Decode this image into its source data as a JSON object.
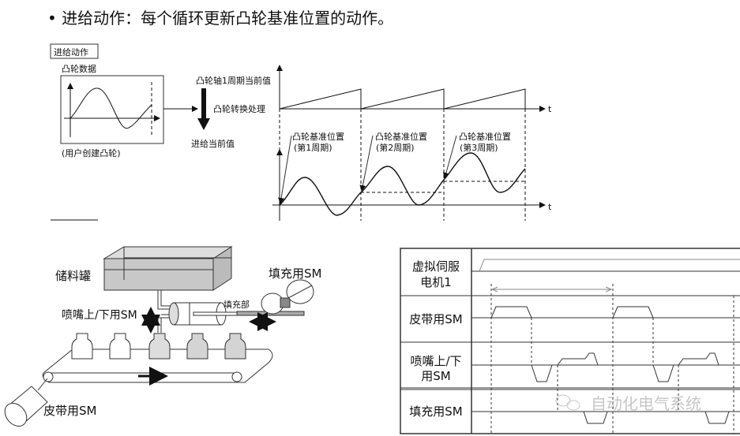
{
  "title": "• 进给动作：每个循环更新凸轮基准位置的动作。",
  "feed_diagram": {
    "box_label": "进给动作",
    "cam_data_label": "凸轮数据",
    "user_cam_label": "(用户创建凸轮)",
    "cam_axis_label": "凸轮轴1周期当前值",
    "cam_convert_label": "凸轮转换处理",
    "feed_value_label": "进给当前值",
    "t_label": "t",
    "ref_positions": [
      {
        "line1": "凸轮基准位置",
        "line2": "(第1周期)"
      },
      {
        "line1": "凸轮基准位置",
        "line2": "(第2周期)"
      },
      {
        "line1": "凸轮基准位置",
        "line2": "(第3周期)"
      }
    ]
  },
  "machine": {
    "tank_label": "储料罐",
    "fill_sm_label": "填充用SM",
    "fill_unit_label": "填充部",
    "nozzle_sm_label": "喷嘴上/下用SM",
    "belt_sm_label": "皮带用SM"
  },
  "timing_chart": {
    "rows": [
      {
        "line1": "虚拟伺服",
        "line2": "电机1"
      },
      {
        "line1": "皮带用SM"
      },
      {
        "line1": "喷嘴上/下",
        "line2": "用SM"
      },
      {
        "line1": "填充用SM"
      }
    ]
  },
  "watermark": "自动化电气系统"
}
